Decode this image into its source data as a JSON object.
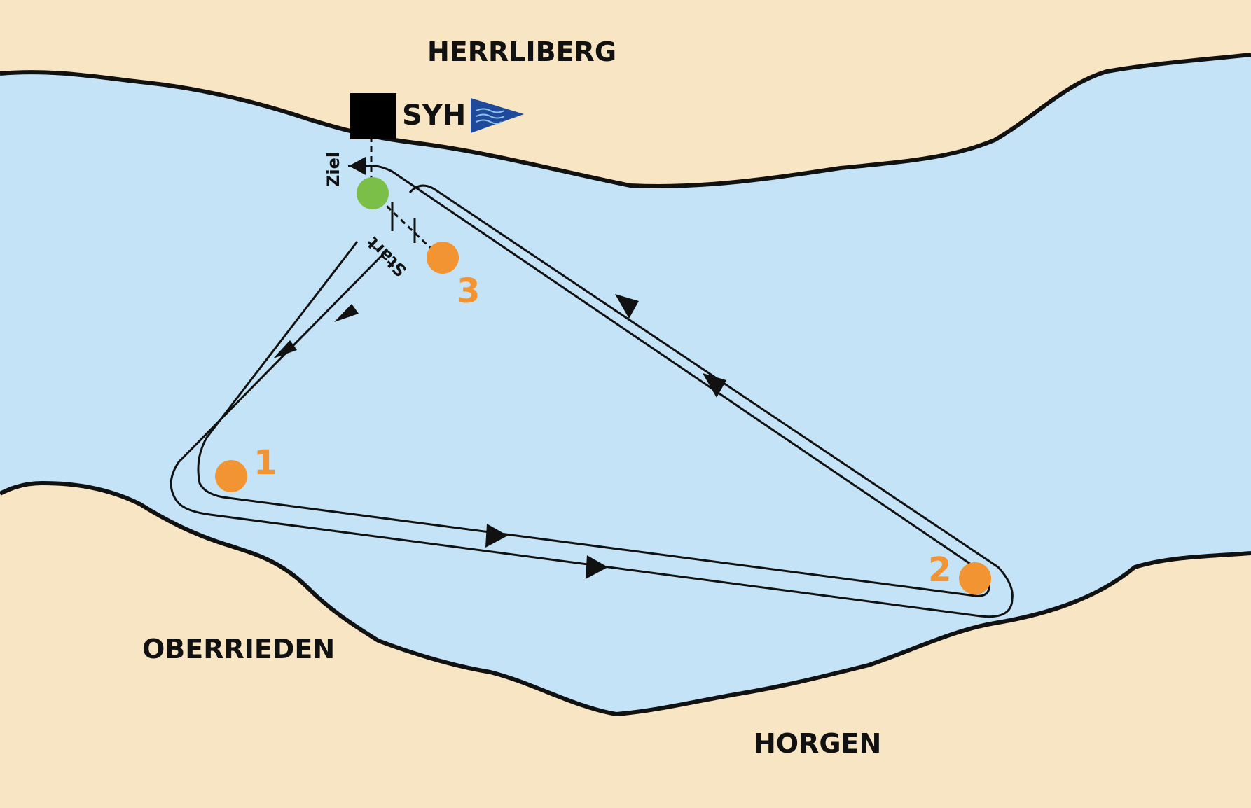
{
  "map": {
    "colors": {
      "land": "#f8e5c4",
      "water": "#c4e3f6",
      "shore": "#111111",
      "course": "#111111",
      "mark": "#f29432",
      "start_mark": "#7cbf48",
      "pennant": "#1f4a9c",
      "clubhouse": "#000000"
    },
    "places": {
      "north": "HERRLIBERG",
      "southwest": "OBERRIEDEN",
      "south": "HORGEN"
    },
    "club": {
      "label": "SYH",
      "pennant_icon": "pennant-flag-icon",
      "building_icon": "clubhouse-square-icon"
    },
    "lines": {
      "start": "Start",
      "finish": "Ziel"
    },
    "marks": [
      {
        "id": "1",
        "label": "1"
      },
      {
        "id": "2",
        "label": "2"
      },
      {
        "id": "3",
        "label": "3"
      }
    ]
  }
}
